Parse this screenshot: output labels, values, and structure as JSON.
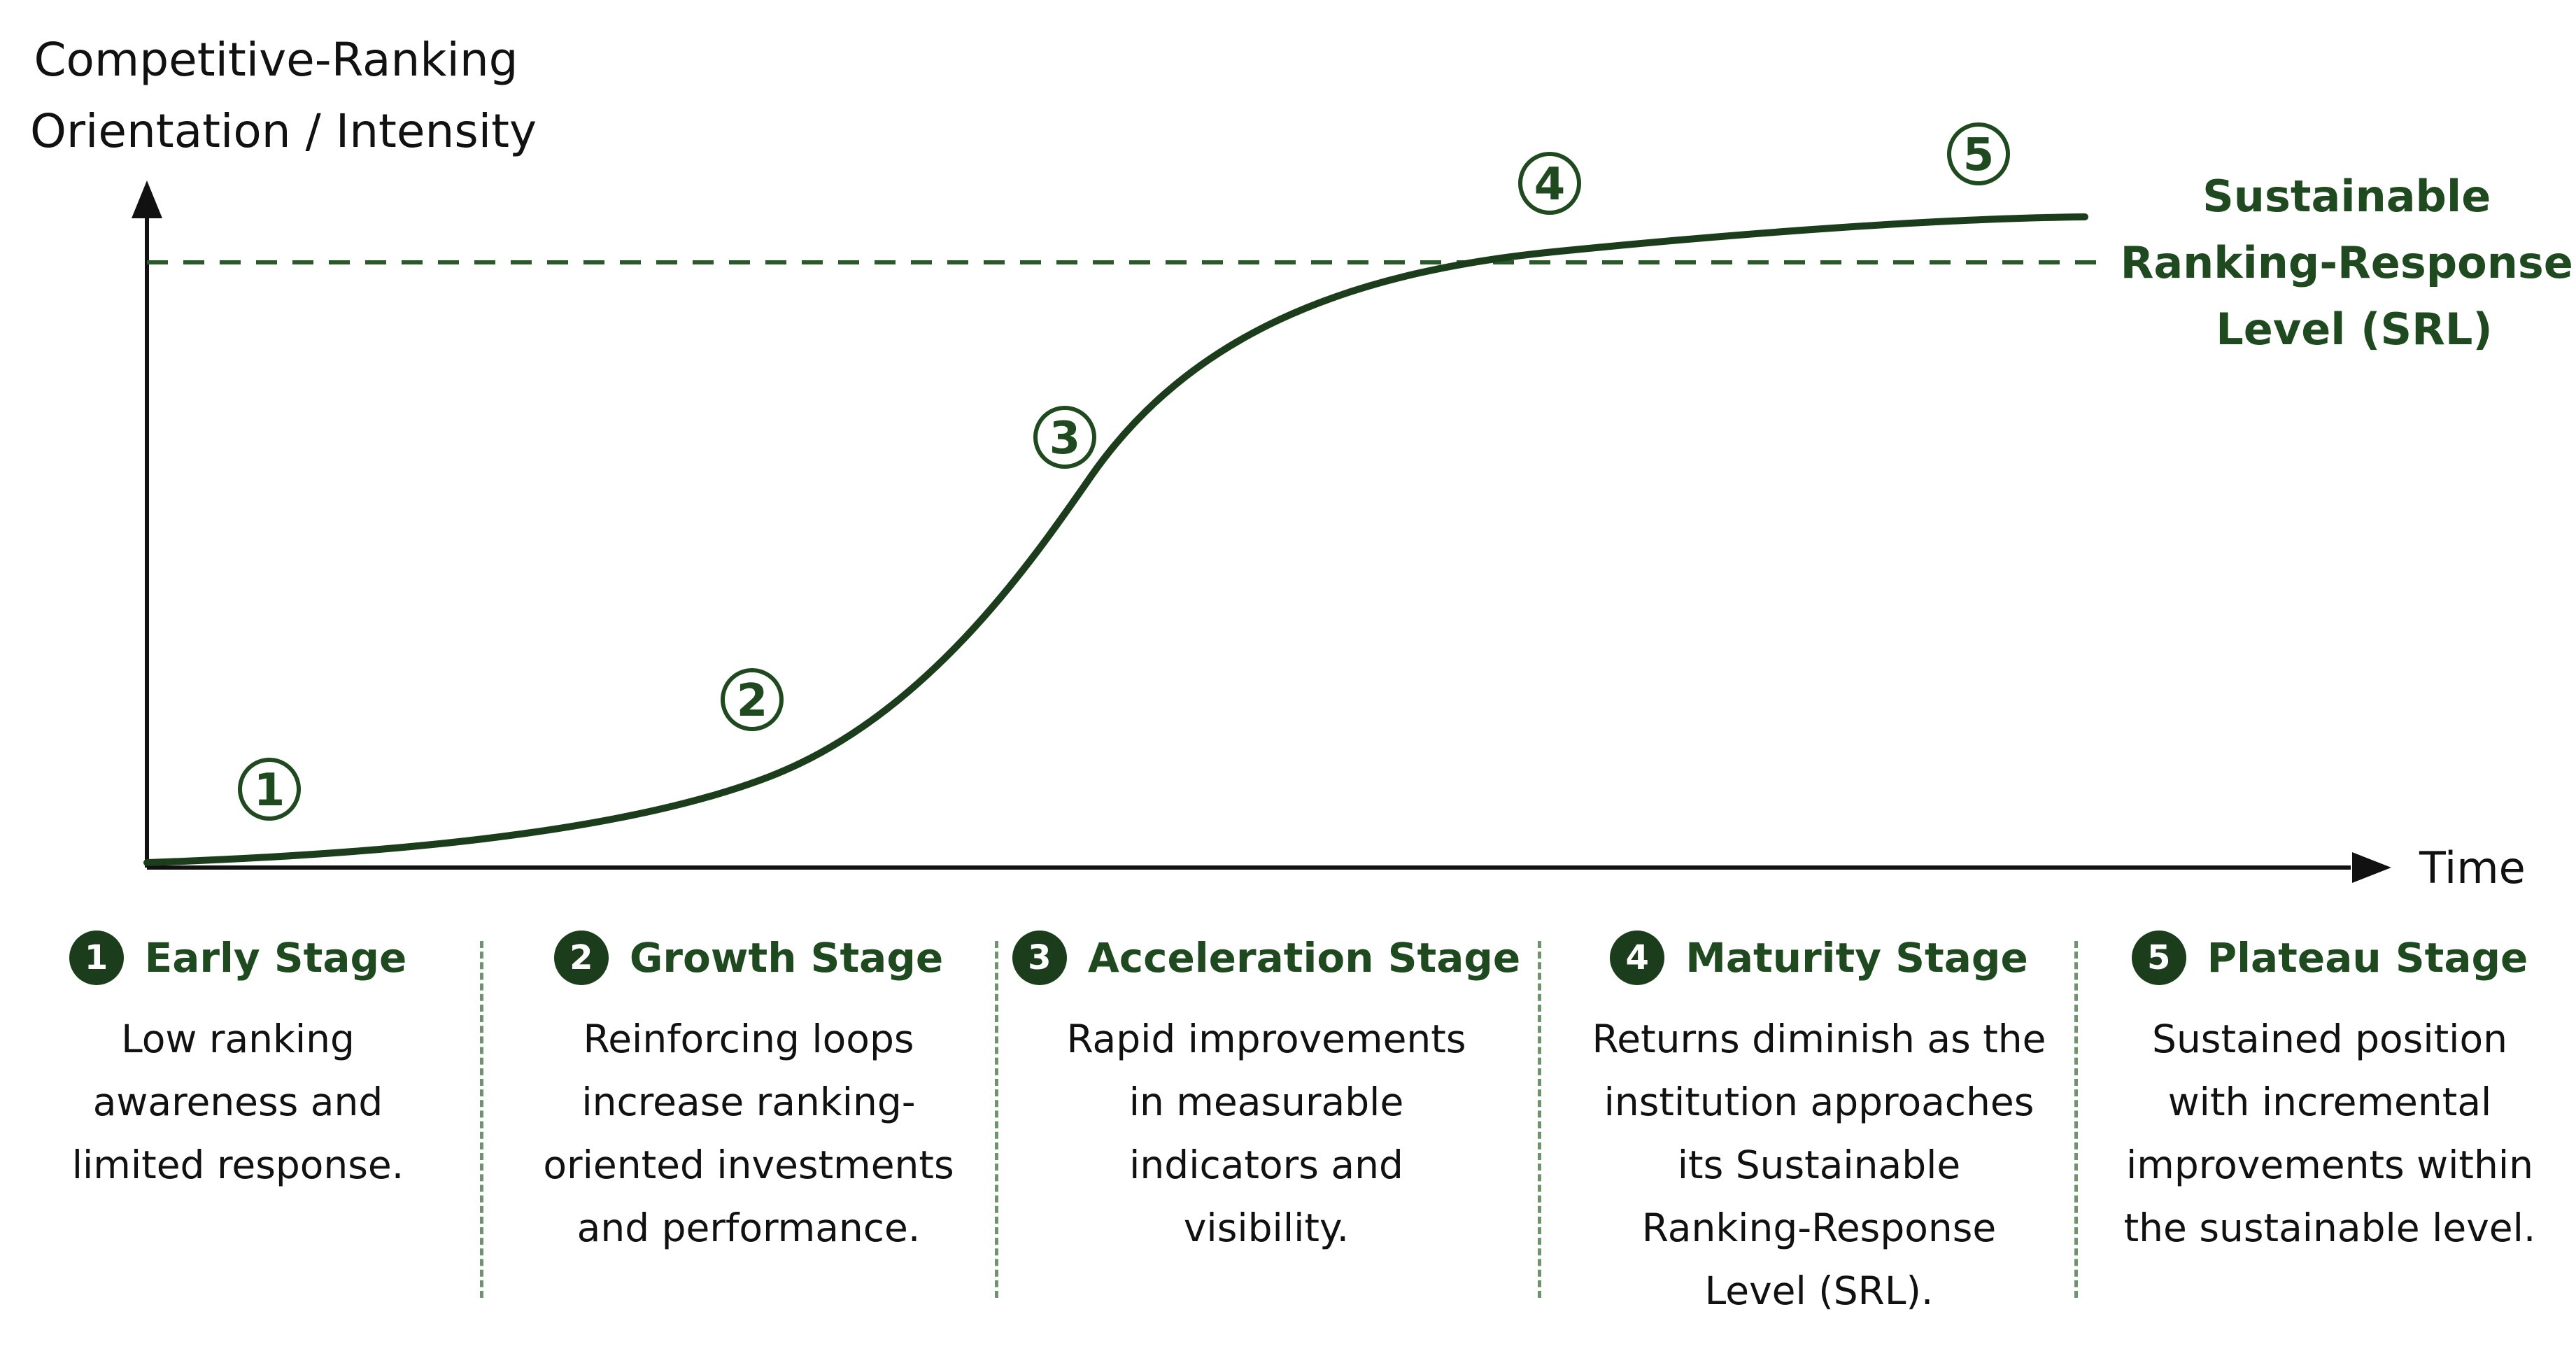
{
  "y_axis_title": [
    "Competitive-Ranking",
    "Orientation / Intensity"
  ],
  "x_axis_title": "Time",
  "srl_label": [
    "Sustainable",
    "Ranking-Response",
    "Level (SRL)"
  ],
  "markers": [
    "1",
    "2",
    "3",
    "4",
    "5"
  ],
  "stages": [
    {
      "number": "1",
      "title": "Early Stage",
      "description": [
        "Low ranking",
        "awareness and",
        "limited response."
      ]
    },
    {
      "number": "2",
      "title": "Growth Stage",
      "description": [
        "Reinforcing loops",
        "increase ranking-",
        "oriented investments",
        "and performance."
      ]
    },
    {
      "number": "3",
      "title": "Acceleration Stage",
      "description": [
        "Rapid improvements",
        "in measurable",
        "indicators and",
        "visibility."
      ]
    },
    {
      "number": "4",
      "title": "Maturity Stage",
      "description": [
        "Returns diminish as the",
        "institution approaches",
        "its Sustainable",
        "Ranking-Response",
        "Level (SRL)."
      ]
    },
    {
      "number": "5",
      "title": "Plateau Stage",
      "description": [
        "Sustained position",
        "with incremental",
        "improvements within",
        "the sustainable level."
      ]
    }
  ],
  "colors": {
    "curve": "#1c3d1c",
    "srl_line": "#2a5a2a",
    "accent": "#1f4a1f"
  }
}
